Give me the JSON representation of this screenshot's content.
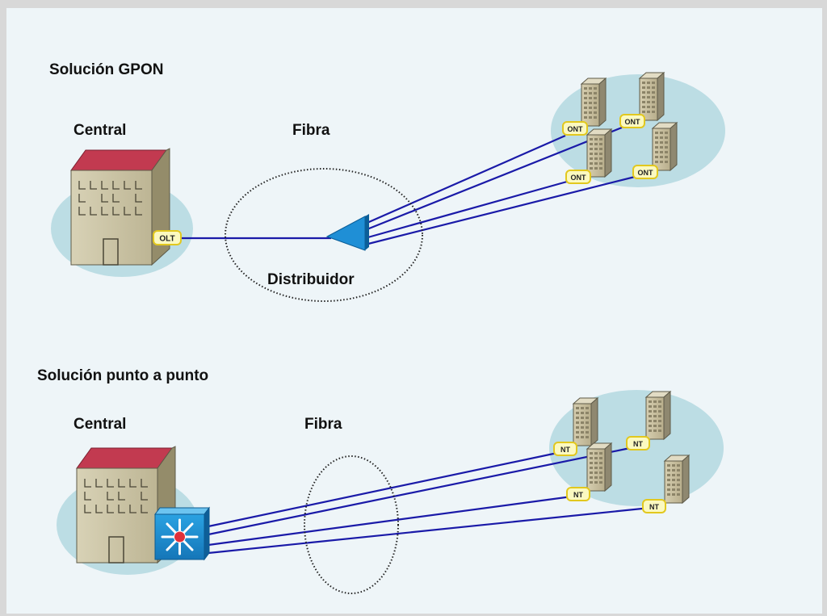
{
  "gpon": {
    "title": "Solución GPON",
    "central_label": "Central",
    "fiber_label": "Fibra",
    "splitter_label": "Distribuidor",
    "olt_tag": "OLT",
    "ont_tags": [
      "ONT",
      "ONT",
      "ONT",
      "ONT"
    ]
  },
  "p2p": {
    "title": "Solución punto a punto",
    "central_label": "Central",
    "fiber_label": "Fibra",
    "nt_tags": [
      "NT",
      "NT",
      "NT",
      "NT"
    ]
  },
  "colors": {
    "fiber_line": "#1a1aa8",
    "cluster_ellipse": "#bcdde4",
    "roof": "#c23a50",
    "building_wall": "#cdc6a8",
    "tag_fill": "#fbf9c0",
    "tag_border": "#e2c81e",
    "splitter": "#1f8fd6",
    "switch": "#1c8ed2",
    "switch_hub": "#e0303a"
  },
  "icons": {
    "central_office": "central-office-building-icon",
    "tower": "tower-building-icon",
    "splitter": "optical-splitter-icon",
    "switch": "multilayer-switch-icon"
  }
}
